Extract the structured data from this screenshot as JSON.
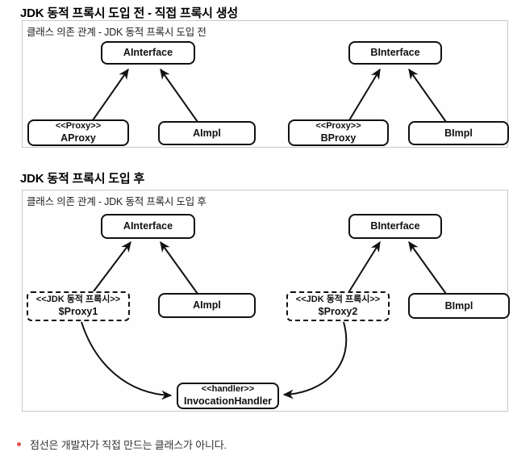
{
  "page": {
    "heading_before": "JDK 동적 프록시 도입 전 - 직접 프록시 생성",
    "heading_after": "JDK 동적 프록시 도입 후",
    "note": "점선은 개발자가 직접 만드는 클래스가 아니다."
  },
  "diagram_before": {
    "frame_label": "클래스 의존 관계 - JDK 동적 프록시 도입 전",
    "nodes": {
      "a_interface": "AInterface",
      "b_interface": "BInterface",
      "a_proxy": {
        "stereotype": "<<Proxy>>",
        "name": "AProxy"
      },
      "a_impl": "AImpl",
      "b_proxy": {
        "stereotype": "<<Proxy>>",
        "name": "BProxy"
      },
      "b_impl": "BImpl"
    },
    "edges": [
      "AProxy -> AInterface",
      "AImpl -> AInterface",
      "BProxy -> BInterface",
      "BImpl -> BInterface"
    ]
  },
  "diagram_after": {
    "frame_label": "클래스 의존 관계 - JDK 동적 프록시 도입 후",
    "nodes": {
      "a_interface": "AInterface",
      "b_interface": "BInterface",
      "proxy1": {
        "stereotype": "<<JDK 동적 프록시>>",
        "name": "$Proxy1"
      },
      "a_impl": "AImpl",
      "proxy2": {
        "stereotype": "<<JDK 동적 프록시>>",
        "name": "$Proxy2"
      },
      "b_impl": "BImpl",
      "handler": {
        "stereotype": "<<handler>>",
        "name": "InvocationHandler"
      }
    },
    "edges": [
      "$Proxy1 -> AInterface",
      "AImpl -> AInterface",
      "$Proxy2 -> BInterface",
      "BImpl -> BInterface",
      "$Proxy1 -> InvocationHandler",
      "$Proxy2 -> InvocationHandler"
    ]
  },
  "colors": {
    "box_border": "#111111",
    "frame_border": "#c9c9c9",
    "bullet_accent": "#e25555",
    "arrow": "#111111"
  }
}
